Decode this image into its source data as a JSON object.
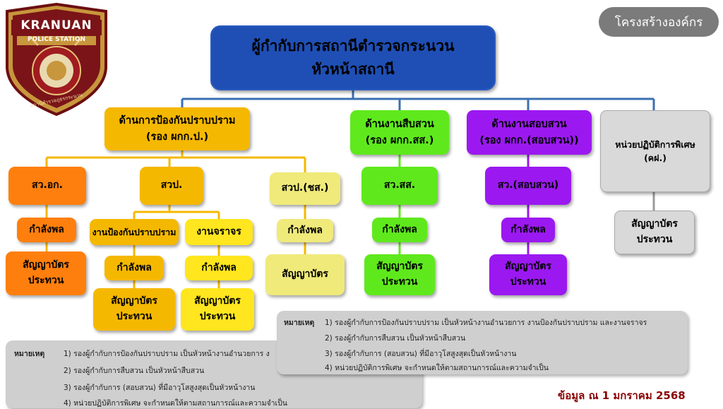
{
  "logo": {
    "top_text": "KRANUAN",
    "sub_text": "POLICE STATION",
    "curve_text": "สถานีตำรวจภูธรกระนวน"
  },
  "badge": "โครงสร้างองค์กร",
  "colors": {
    "head": "#1f4fb5",
    "prevention": "#f5b800",
    "orange": "#ff7f0e",
    "yellow": "#ffe61e",
    "paleyellow": "#f0ea7a",
    "green": "#5fe91d",
    "purple": "#9b19f0",
    "gray": "#d9d9d9",
    "connector": "#3b6fb0",
    "source": "#8b0000"
  },
  "head": {
    "line1": "ผู้กำกับการสถานีตำรวจกระนวน",
    "line2": "หัวหน้าสถานี"
  },
  "divisions": {
    "prevention": {
      "line1": "ด้านการป้องกันปราบปราม",
      "line2": "(รอง ผกก.ป.)"
    },
    "investigation": {
      "line1": "ด้านงานสืบสวน",
      "line2": "(รอง ผกก.สส.)"
    },
    "inquiry": {
      "line1": "ด้านงานสอบสวน",
      "line2": "(รอง ผกก.(สอบสวน))"
    },
    "special": {
      "line1": "หน่วยปฏิบัติการพิเศษ",
      "line2": "(คฝ.)"
    }
  },
  "units": {
    "sawot": "สว.อก.",
    "sawp": "สวป.",
    "sawp_chs": "สวป.(ชส.)",
    "sawss": "สว.สส.",
    "saw_inq": "สว.(สอบสวน)",
    "prevention_task": "งานป้องกันปราบปราม",
    "traffic": "งานจราจร"
  },
  "labels": {
    "force": "กำลังพล",
    "contract1": "สัญญาบัตร",
    "contract2": "ประทวน"
  },
  "notes": {
    "title": "หมายเหตุ",
    "items": [
      "1) รองผู้กำกับการป้องกันปราบปราม เป็นหัวหน้างานอำนวยการ งานป้องกันปราบปราม และงานจราจร",
      "2) รองผู้กำกับการสืบสวน เป็นหัวหน้าสืบสวน",
      "3) รองผู้กำกับการ (สอบสวน) ที่มีอาวุโสสูงสุดเป็นหัวหน้างาน",
      "4) หน่วยปฏิบัติการพิเศษ จะกำหนดให้ตามสถานการณ์และความจำเป็น"
    ],
    "back_item1": "1) รองผู้กำกับการป้องกันปราบปราม เป็นหัวหน้างานอำนวยการ ง"
  },
  "source": "ข้อมูล ณ 1 มกราคม 2568"
}
